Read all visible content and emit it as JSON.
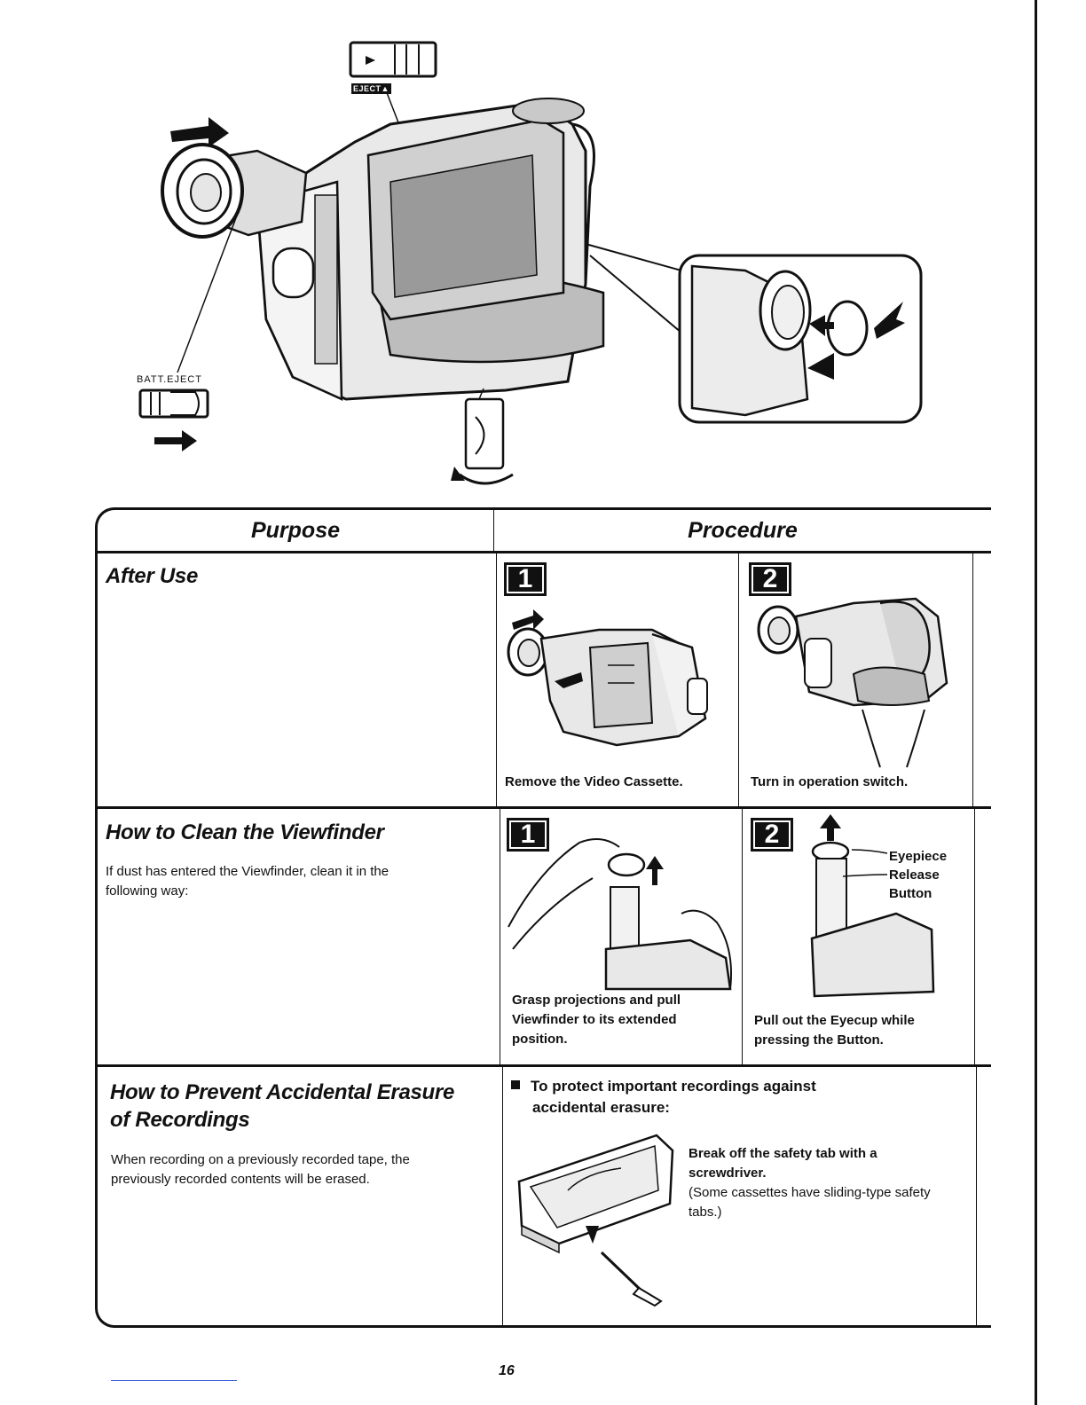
{
  "hero": {
    "eject_label": "EJECT▲",
    "batt_eject_label": "BATT.EJECT"
  },
  "table": {
    "col_purpose": "Purpose",
    "col_procedure": "Procedure",
    "rows": [
      {
        "title": "After Use",
        "body": "",
        "steps": [
          {
            "num": "1",
            "caption": "Remove the Video Cassette."
          },
          {
            "num": "2",
            "caption": "Turn in operation switch."
          }
        ]
      },
      {
        "title": "How to Clean the Viewfinder",
        "body_line1": "If dust has entered the Viewfinder, clean it in the",
        "body_line2": "following way:",
        "steps": [
          {
            "num": "1",
            "caption_line1": "Grasp projections and pull",
            "caption_line2": "Viewfinder to its extended",
            "caption_line3": "position."
          },
          {
            "num": "2",
            "caption_line1": "Pull out the Eyecup while",
            "caption_line2": "pressing the Button.",
            "callout_line1": "Eyepiece",
            "callout_line2": "Release",
            "callout_line3": "Button"
          }
        ]
      },
      {
        "title_line1": "How to Prevent Accidental Erasure",
        "title_line2": "of Recordings",
        "body_line1": "When recording on a previously recorded tape, the",
        "body_line2": "previously recorded contents will be erased.",
        "bullet_line1": "To protect important recordings against",
        "bullet_line2": "accidental erasure:",
        "instr_line1": "Break off the safety tab with a",
        "instr_line2": "screwdriver.",
        "note_line1": "(Some cassettes have sliding-type safety",
        "note_line2": "tabs.)"
      }
    ]
  },
  "page_number": "16"
}
